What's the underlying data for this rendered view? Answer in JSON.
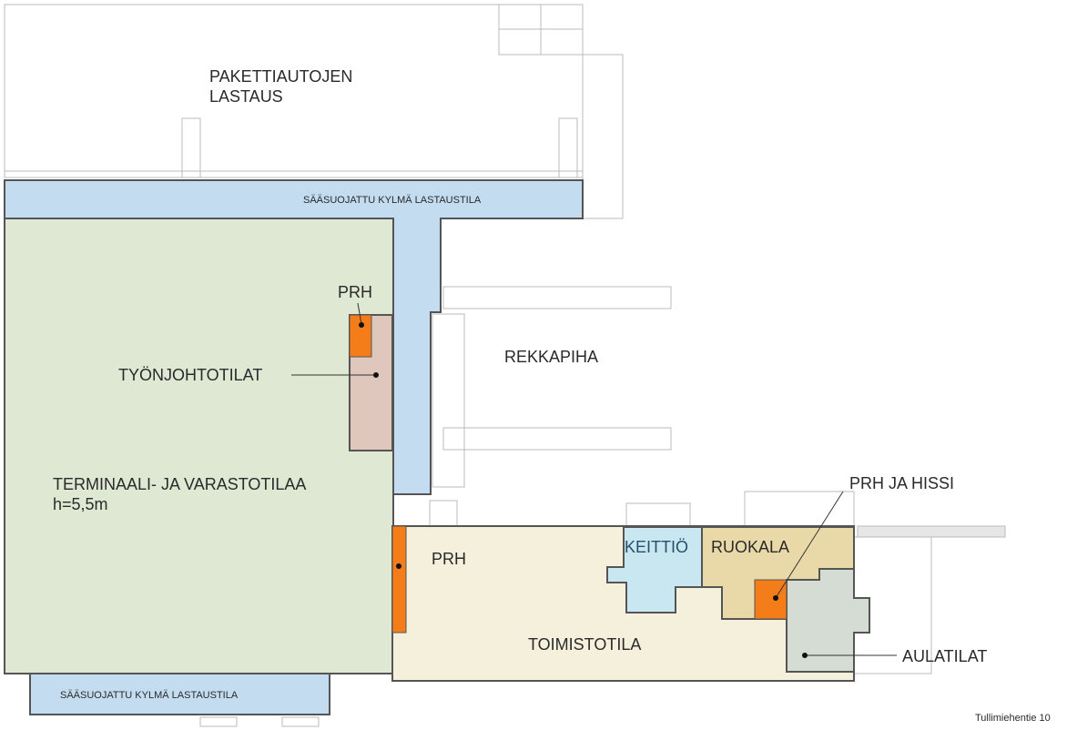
{
  "labels": {
    "van_loading_1": "PAKETTIAUTOJEN",
    "van_loading_2": "LASTAUS",
    "cold_loading_top": "SÄÄSUOJATTU KYLMÄ LASTAUSTILA",
    "cold_loading_bottom": "SÄÄSUOJATTU KYLMÄ LASTAUSTILA",
    "prh_top": "PRH",
    "supervisor": "TYÖNJOHTOTILAT",
    "truck_yard": "REKKAPIHA",
    "terminal_1": "TERMINAALI- JA VARASTOTILAA",
    "terminal_2": "h=5,5m",
    "prh_office": "PRH",
    "prh_lift": "PRH JA HISSI",
    "kitchen": "KEITTIÖ",
    "canteen": "RUOKALA",
    "office": "TOIMISTOTILA",
    "lobby": "AULATILAT",
    "address": "Tullimiehentie 10"
  },
  "colors": {
    "terminal": "#dfe8d3",
    "cold_loading": "#c4dcef",
    "supervisor": "#dfc7bd",
    "stair": "#f47d1a",
    "office": "#f4f0dc",
    "kitchen": "#c9e7f1",
    "canteen": "#ead9a8",
    "lobby": "#d5dcd4"
  }
}
